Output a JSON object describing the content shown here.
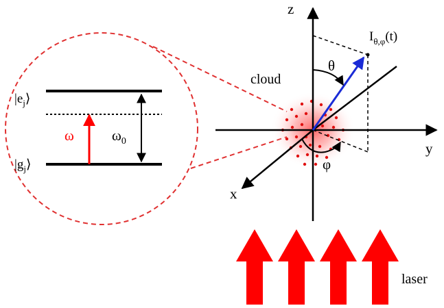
{
  "colors": {
    "laser": "#ff0000",
    "cloud": "#ff3a3a",
    "dipole_vector": "#1a2bd6",
    "zoom_outline": "#e03030",
    "lines": "#000000"
  },
  "axes": {
    "x": "x",
    "y": "y",
    "z": "z"
  },
  "angles": {
    "polar": "θ",
    "azimuth": "φ"
  },
  "labels": {
    "cloud": "cloud",
    "laser": "laser"
  },
  "intensity": {
    "base": "I",
    "subscript": "θ,φ",
    "arg": "(t)"
  },
  "levels": {
    "excited": {
      "ket": "e",
      "sub": "j"
    },
    "ground": {
      "ket": "g",
      "sub": "j"
    },
    "drive": {
      "symbol": "ω"
    },
    "transition": {
      "symbol": "ω",
      "sub": "0"
    }
  }
}
